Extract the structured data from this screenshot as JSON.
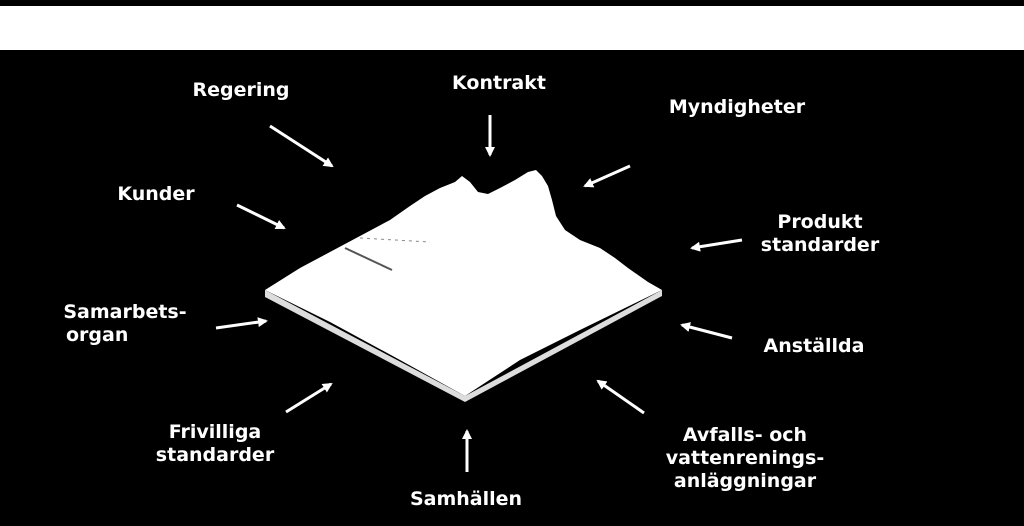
{
  "diagram": {
    "colors": {
      "background": "#000000",
      "header_band": "#ffffff",
      "foreground": "#ffffff"
    },
    "labels": {
      "regering": "Regering",
      "kontrakt": "Kontrakt",
      "myndigheter": "Myndigheter",
      "kunder": "Kunder",
      "produkt_1": "Produkt",
      "produkt_2": "standarder",
      "samarbets_1": "Samarbets-",
      "samarbets_2": "organ",
      "anstallda": "Anställda",
      "frivilliga_1": "Frivilliga",
      "frivilliga_2": "standarder",
      "avfalls_1": "Avfalls- och",
      "avfalls_2": "vattenrenings-",
      "avfalls_3": "anläggningar",
      "samhallen": "Samhällen"
    }
  }
}
